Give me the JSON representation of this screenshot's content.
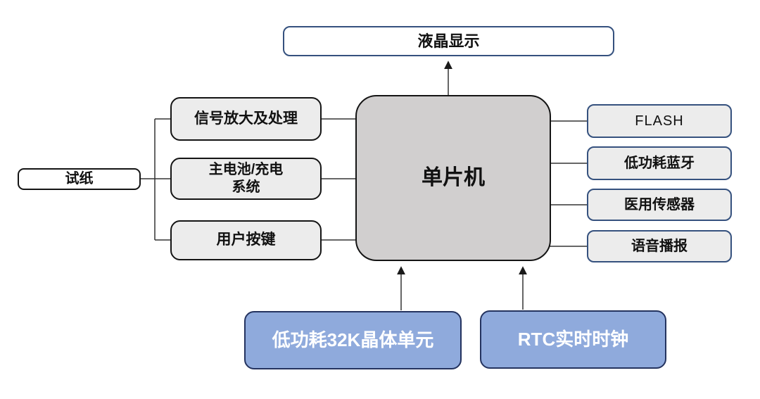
{
  "diagram": {
    "type": "block-diagram",
    "description": "MCU-centered hardware block diagram",
    "nodes": {
      "lcd": "液晶显示",
      "mcu": "单片机",
      "test_strip": "试纸",
      "signal": "信号放大及处理",
      "battery": "主电池/充电\n系统",
      "buttons": "用户按键",
      "flash": "FLASH",
      "ble": "低功耗蓝牙",
      "sensor": "医用传感器",
      "voice": "语音播报",
      "crystal": "低功耗32K晶体单元",
      "rtc": "RTC实时时钟"
    },
    "edges": [
      {
        "from": "mcu",
        "to": "lcd",
        "arrow": true
      },
      {
        "from": "test_strip",
        "to": "signal",
        "arrow": false
      },
      {
        "from": "test_strip",
        "to": "battery",
        "arrow": false
      },
      {
        "from": "test_strip",
        "to": "buttons",
        "arrow": false
      },
      {
        "from": "signal",
        "to": "mcu",
        "arrow": false
      },
      {
        "from": "battery",
        "to": "mcu",
        "arrow": false
      },
      {
        "from": "buttons",
        "to": "mcu",
        "arrow": false
      },
      {
        "from": "mcu",
        "to": "flash",
        "arrow": false
      },
      {
        "from": "mcu",
        "to": "ble",
        "arrow": false
      },
      {
        "from": "mcu",
        "to": "sensor",
        "arrow": false
      },
      {
        "from": "mcu",
        "to": "voice",
        "arrow": false
      },
      {
        "from": "crystal",
        "to": "mcu",
        "arrow": true
      },
      {
        "from": "rtc",
        "to": "mcu",
        "arrow": true
      }
    ],
    "colors": {
      "bg": "#ffffff",
      "mcu_fill": "#d1cfcf",
      "gray_fill": "#ececec",
      "black_border": "#141414",
      "navy_border": "#35517e",
      "blue_fill": "#8faadc",
      "blue_border": "#24335f",
      "line_color": "#333333",
      "text_dark": "#111111",
      "text_light": "#ffffff"
    }
  }
}
